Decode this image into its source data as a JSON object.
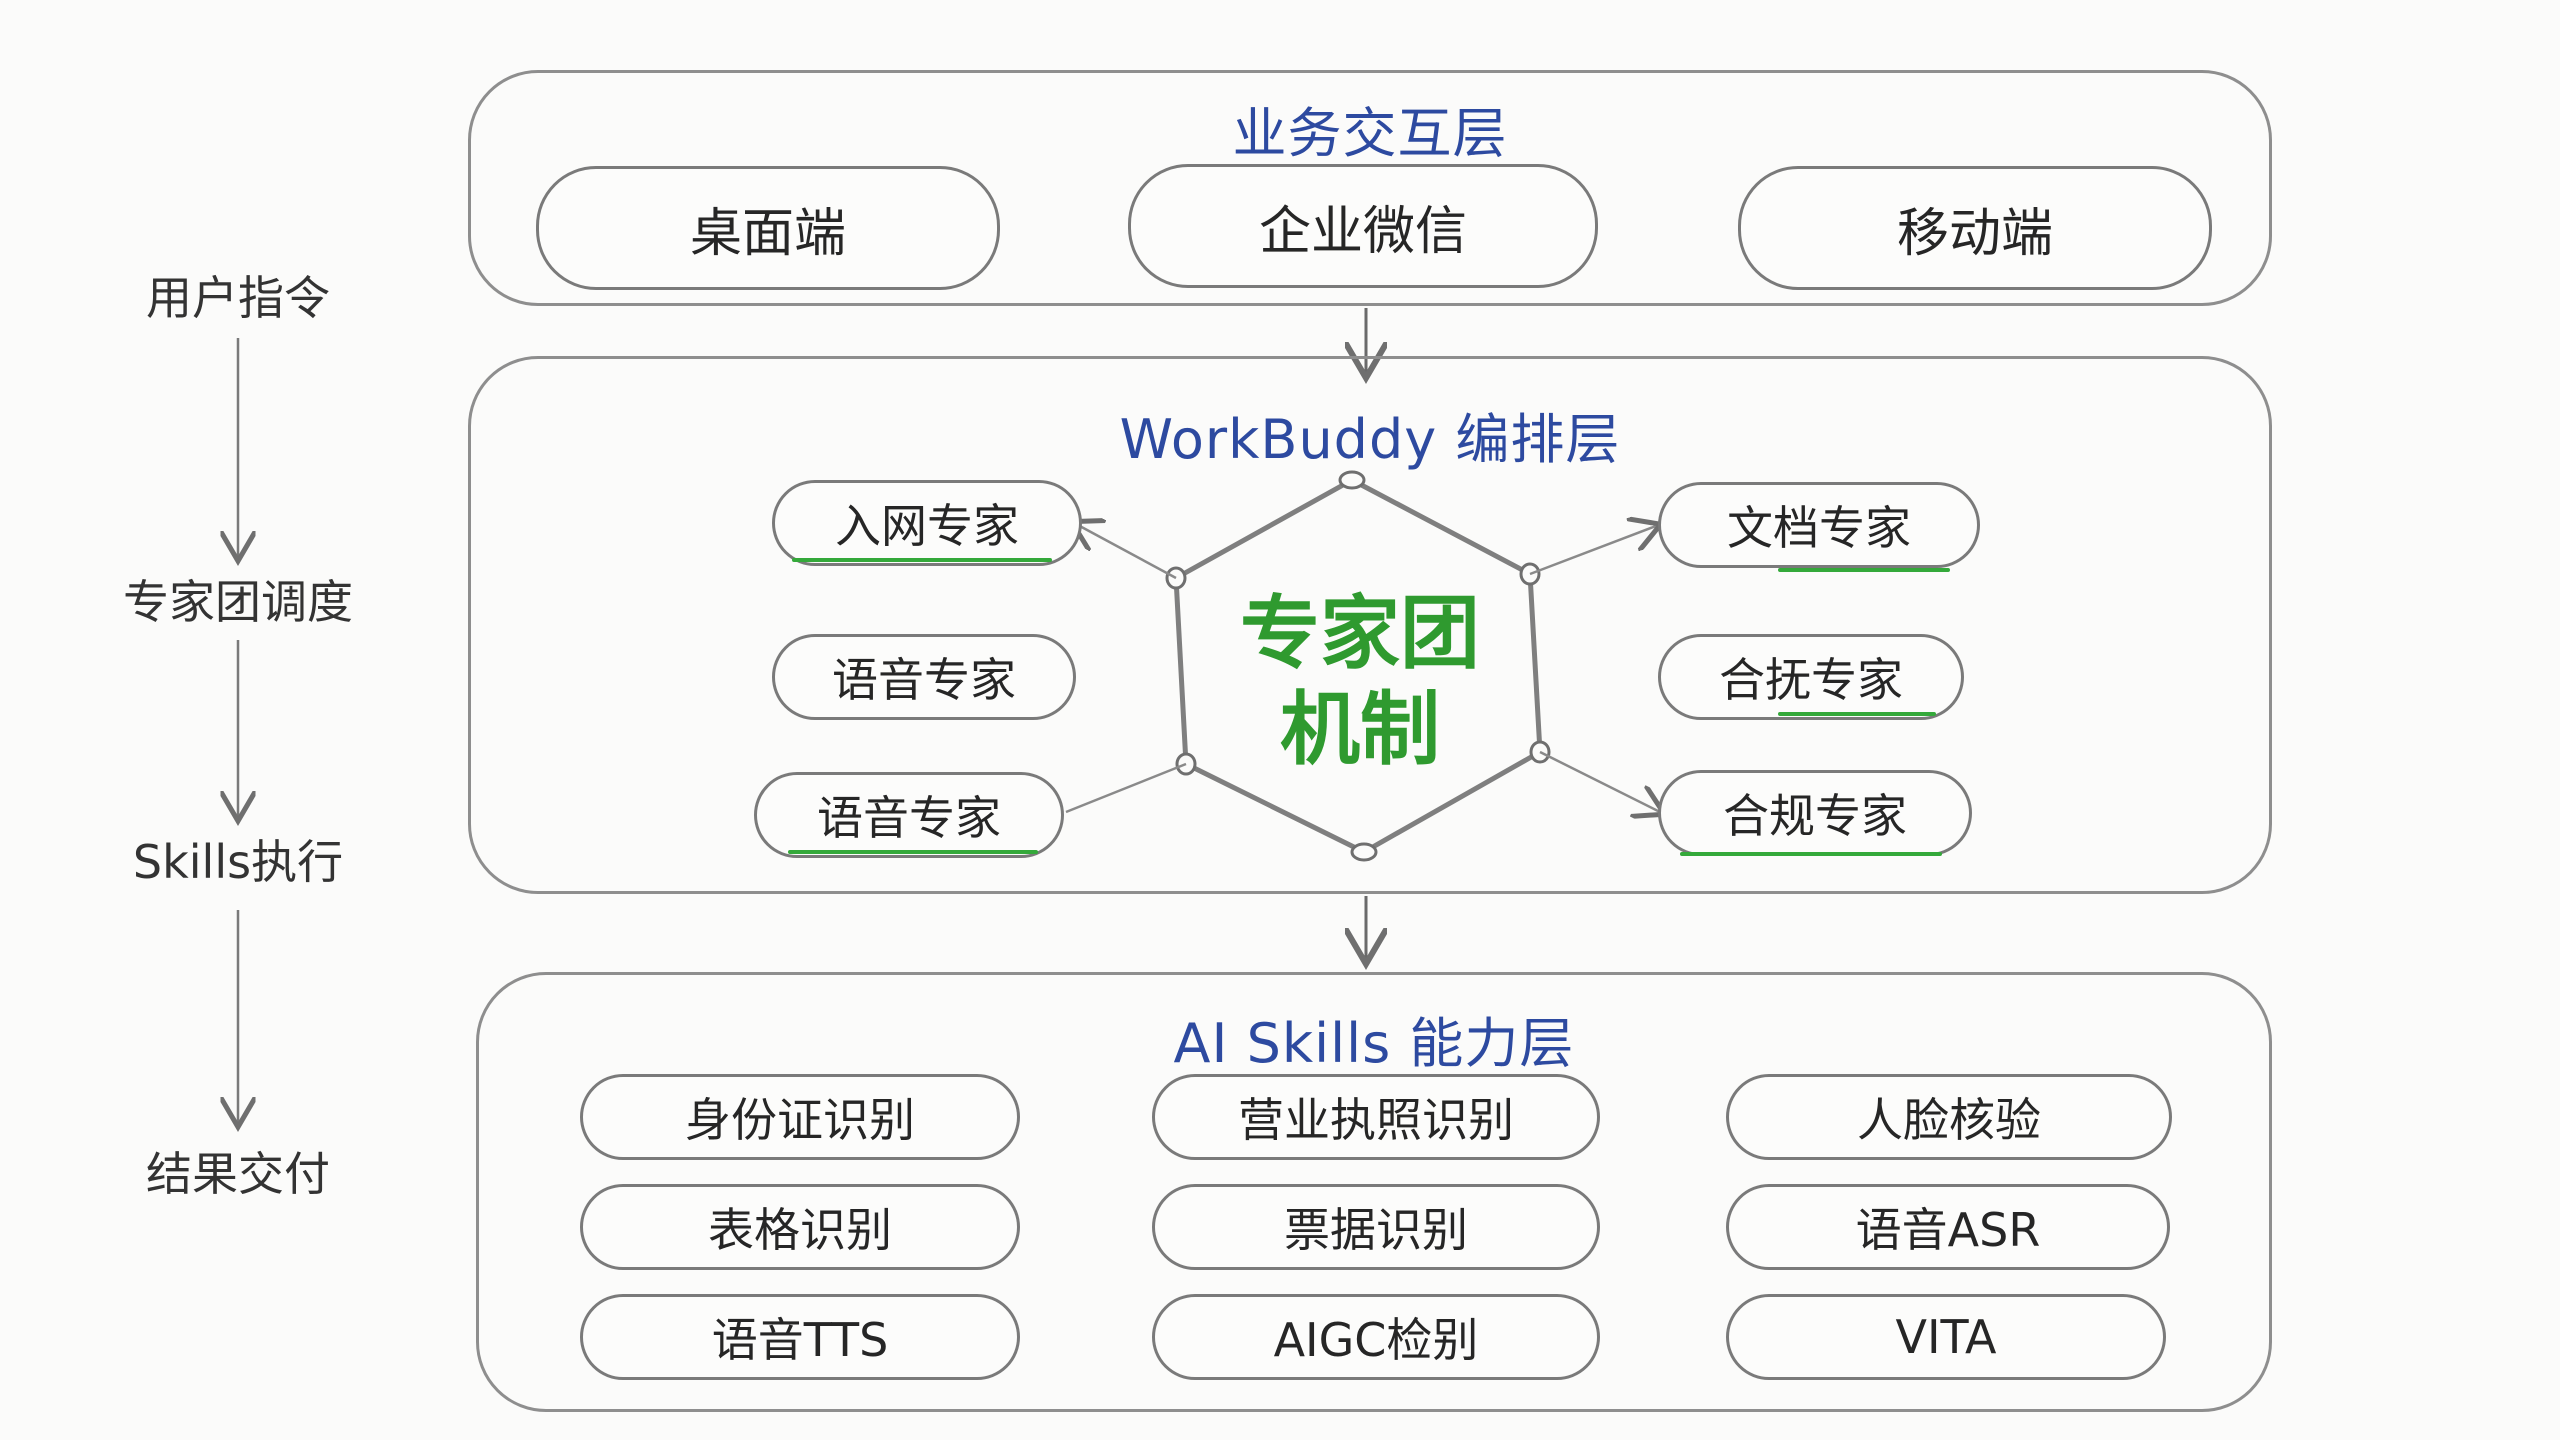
{
  "layers": {
    "interaction": {
      "title": "业务交互层",
      "items": [
        "桌面端",
        "企业微信",
        "移动端"
      ]
    },
    "orchestration": {
      "title": "WorkBuddy 编排层",
      "center": [
        "专家团",
        "机制"
      ],
      "left_experts": [
        "入网专家",
        "语音专家",
        "语音专家"
      ],
      "right_experts": [
        "文档专家",
        "合抚专家",
        "合规专家"
      ]
    },
    "skills": {
      "title": "AI Skills 能力层",
      "rows": [
        [
          "身份证识别",
          "营业执照识别",
          "人脸核验"
        ],
        [
          "表格识别",
          "票据识别",
          "语音ASR"
        ],
        [
          "语音TTS",
          "AIGC检别",
          "VITA"
        ]
      ]
    }
  },
  "flow_steps": [
    "用户指令",
    "专家团调度",
    "Skills执行",
    "结果交付"
  ],
  "colors": {
    "layer_title": "#2d4aa0",
    "accent_green": "#2f9a2f",
    "outline": "#8e8e8e"
  }
}
